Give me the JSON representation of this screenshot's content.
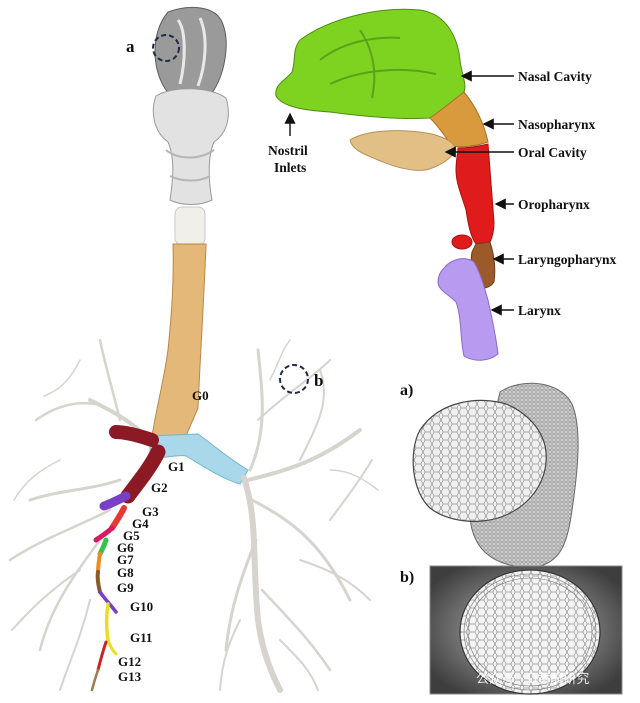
{
  "figure": {
    "panel_markers": {
      "a": "a",
      "b": "b"
    },
    "airway_regions": [
      {
        "id": "nasal",
        "label": "Nasal Cavity",
        "color": "#7ed321"
      },
      {
        "id": "nasopharynx",
        "label": "Nasopharynx",
        "color": "#d89a3c"
      },
      {
        "id": "oral",
        "label": "Oral Cavity",
        "color": "#e2bf84"
      },
      {
        "id": "oropharynx",
        "label": "Oropharynx",
        "color": "#e01b1b"
      },
      {
        "id": "laryngopharynx",
        "label": "Laryngopharynx",
        "color": "#9c5a2a"
      },
      {
        "id": "larynx",
        "label": "Larynx",
        "color": "#b89af0"
      }
    ],
    "nostril_label_line1": "Nostril",
    "nostril_label_line2": "Inlets",
    "generations": {
      "G0": "G0",
      "G1": "G1",
      "G2": "G2",
      "G3": "G3",
      "G4": "G4",
      "G5": "G5",
      "G6": "G6",
      "G7": "G7",
      "G8": "G8",
      "G9": "G9",
      "G10": "G10",
      "G11": "G11",
      "G12": "G12",
      "G13": "G13"
    },
    "mesh_panel_a": "a)",
    "mesh_panel_b": "b)",
    "watermark": "公众号 · D黄酮研究"
  },
  "colors": {
    "trachea": "#e4b878",
    "main_bronchi": "#a9d8ea",
    "lung_branches": "#ecebe6",
    "g2": "#8b1a24",
    "g3": "#7a3fc7"
  }
}
